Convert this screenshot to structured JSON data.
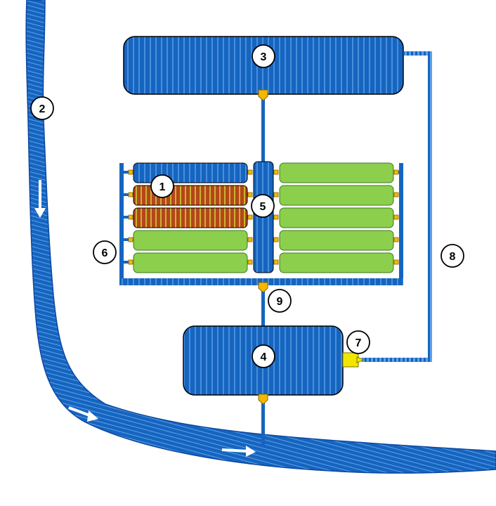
{
  "colors": {
    "water": "#1565C0",
    "water_stripe": "#5FA0E8",
    "field": "#8CCF4D",
    "field_stroke": "#3E7A1E",
    "crop_red": "#B5461A",
    "crop_stripe": "#C9B230",
    "valve": "#F5B800",
    "pump": "#F2E600",
    "arrow": "#FFFFFF",
    "outline": "#000000"
  },
  "callouts": {
    "c1": "1",
    "c2": "2",
    "c3": "3",
    "c4": "4",
    "c5": "5",
    "c6": "6",
    "c7": "7",
    "c8": "8",
    "c9": "9"
  },
  "components": {
    "river": "river",
    "upper_reservoir": "upper-reservoir",
    "lower_reservoir": "lower-reservoir",
    "distribution_channel": "distribution-channel",
    "drainage_collector": "drainage-collector",
    "pump": "pump",
    "return_pipe": "return-pipe",
    "outlet_pipe": "outlet-pipe"
  }
}
